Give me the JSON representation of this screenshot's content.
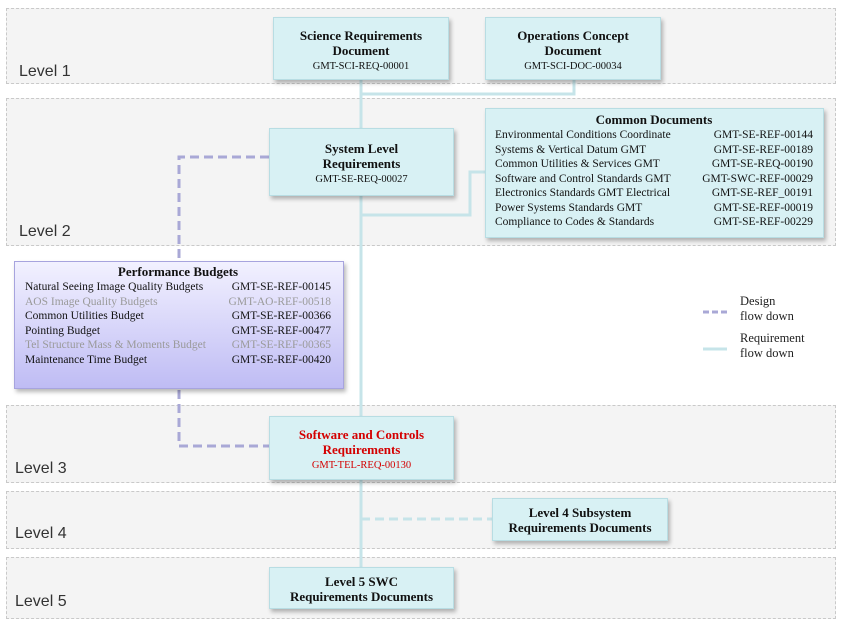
{
  "levels": [
    "Level 1",
    "Level 2",
    "Level 3",
    "Level 4",
    "Level 5"
  ],
  "boxes": {
    "science": {
      "title_line1": "Science Requirements",
      "title_line2": "Document",
      "code": "GMT-SCI-REQ-00001"
    },
    "operations": {
      "title_line1": "Operations Concept",
      "title_line2": "Document",
      "code": "GMT-SCI-DOC-00034"
    },
    "system": {
      "title_line1": "System Level",
      "title_line2": "Requirements",
      "code": "GMT-SE-REQ-00027"
    },
    "software": {
      "title_line1": "Software and Controls",
      "title_line2": "Requirements",
      "code": "GMT-TEL-REQ-00130"
    },
    "level4": {
      "title_line1": "Level 4 Subsystem",
      "title_line2": "Requirements Documents"
    },
    "level5": {
      "title_line1": "Level 5 SWC",
      "title_line2": "Requirements Documents"
    }
  },
  "common_documents": {
    "title": "Common Documents",
    "items": [
      {
        "name": "Environmental Conditions Coordinate",
        "id": "GMT-SE-REF-00144"
      },
      {
        "name": "Systems & Vertical Datum  GMT",
        "id": "GMT-SE-REF-00189"
      },
      {
        "name": "Common Utilities & Services GMT",
        "id": "GMT-SE-REQ-00190"
      },
      {
        "name": "Software and Control Standards GMT",
        "id": "GMT-SWC-REF-00029"
      },
      {
        "name": "Electronics Standards GMT Electrical",
        "id": "GMT-SE-REF_00191"
      },
      {
        "name": "Power Systems Standards  GMT",
        "id": "GMT-SE-REF-00019"
      },
      {
        "name": "Compliance to Codes & Standards",
        "id": "GMT-SE-REF-00229"
      }
    ]
  },
  "performance_budgets": {
    "title": "Performance Budgets",
    "items": [
      {
        "name": "Natural Seeing Image Quality Budgets",
        "id": "GMT-SE-REF-00145"
      },
      {
        "name": "AOS Image Quality Budgets",
        "id": "GMT-AO-REF-00518"
      },
      {
        "name": "Common Utilities Budget",
        "id": "GMT-SE-REF-00366"
      },
      {
        "name": "Pointing Budget",
        "id": "GMT-SE-REF-00477"
      },
      {
        "name": "Tel Structure Mass & Moments Budget",
        "id": "GMT-SE-REF-00365"
      },
      {
        "name": "Maintenance Time Budget",
        "id": "GMT-SE-REF-00420"
      }
    ]
  },
  "legend": {
    "design_line1": "Design",
    "design_line2": "flow down",
    "requirement_line1": "Requirement",
    "requirement_line2": "flow down"
  },
  "colors": {
    "requirement_flow": "#c6e4e9",
    "design_flow": "#a9a8d6",
    "box_fill": "#d8f1f4",
    "budget_fill_top": "#f2f1ff",
    "budget_fill_bottom": "#bfbcf4",
    "highlight_text": "#d40000",
    "dimmed_text": "#9a9a9a"
  }
}
